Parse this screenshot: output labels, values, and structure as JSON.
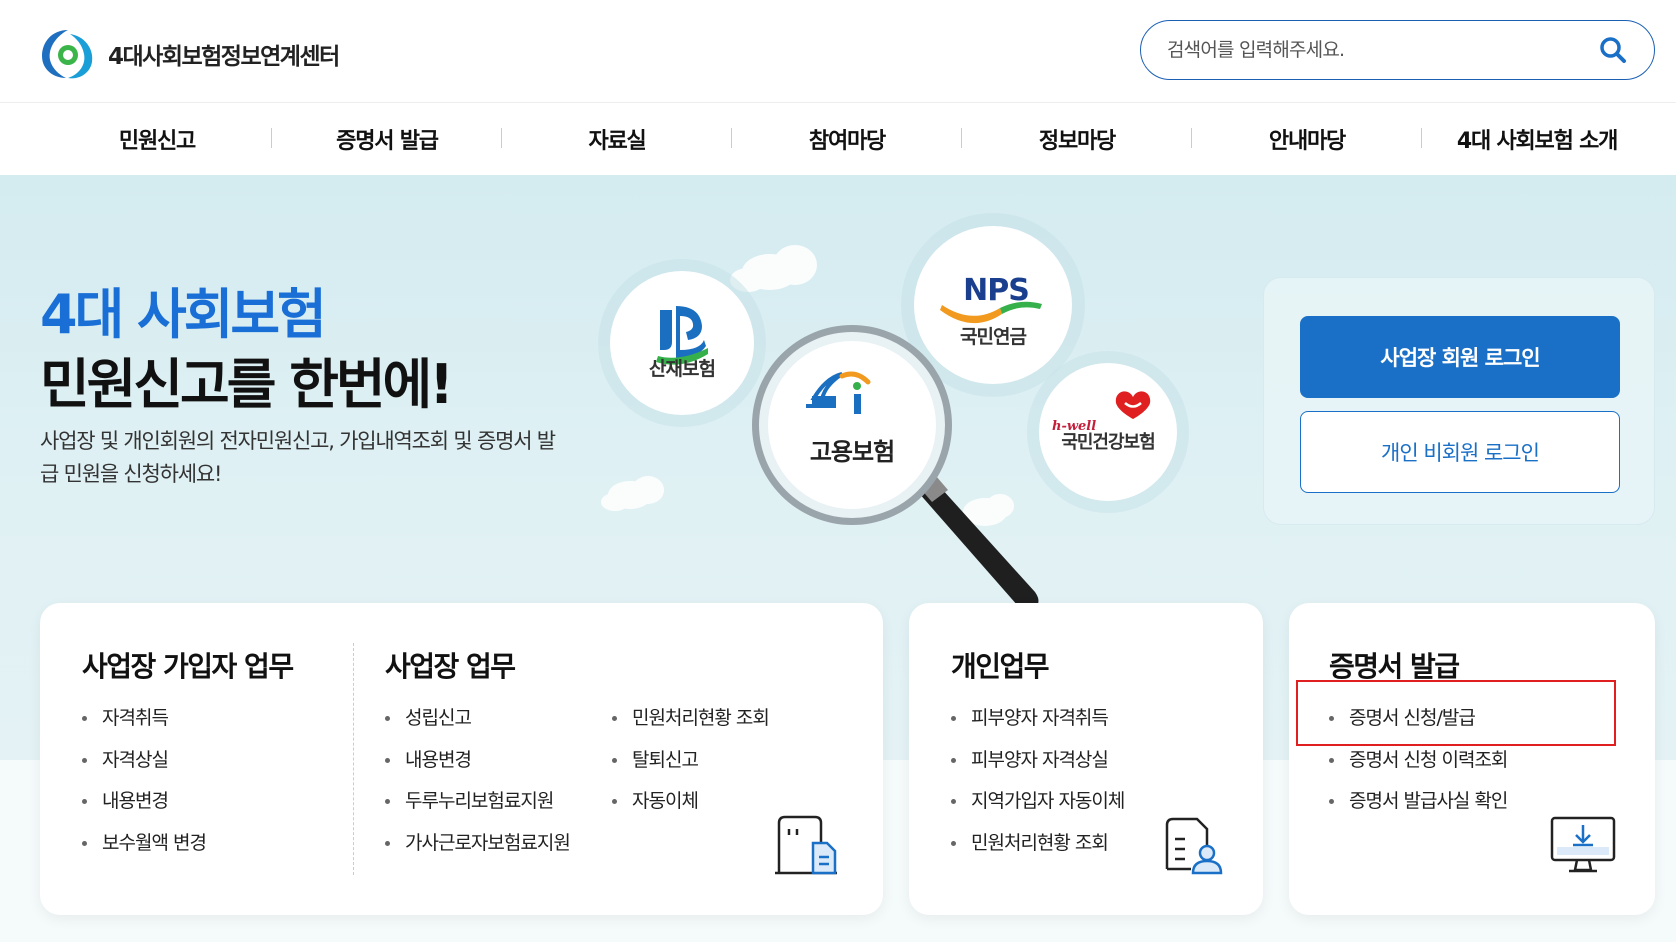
{
  "site": {
    "logo_text": "4대사회보험정보연계센터"
  },
  "search": {
    "placeholder": "검색어를 입력해주세요."
  },
  "nav": {
    "items": [
      "민원신고",
      "증명서 발급",
      "자료실",
      "참여마당",
      "정보마당",
      "안내마당",
      "4대 사회보험 소개"
    ]
  },
  "hero": {
    "title_line1": "4대 사회보험",
    "title_line2": "민원신고를 한번에!",
    "description": "사업장 및 개인회원의 전자민원신고, 가입내역조회 및 증명서 발급 민원을 신청하세요!",
    "circles": {
      "sanjae": "산재보험",
      "nps_logo": "NPS",
      "nps": "국민연금",
      "ei": "고용보험",
      "hwell": "h-well",
      "nhis": "국민건강보험"
    }
  },
  "login": {
    "business_label": "사업장 회원 로그인",
    "personal_label": "개인 비회원 로그인"
  },
  "sections": {
    "biz_member": {
      "title": "사업장 가입자 업무",
      "items": [
        "자격취득",
        "자격상실",
        "내용변경",
        "보수월액 변경"
      ]
    },
    "biz": {
      "title": "사업장 업무",
      "items_col1": [
        "성립신고",
        "내용변경",
        "두루누리보험료지원",
        "가사근로자보험료지원"
      ],
      "items_col2": [
        "민원처리현황 조회",
        "탈퇴신고",
        "자동이체"
      ]
    },
    "personal": {
      "title": "개인업무",
      "items": [
        "피부양자 자격취득",
        "피부양자 자격상실",
        "지역가입자 자동이체",
        "민원처리현황 조회"
      ]
    },
    "certificate": {
      "title": "증명서 발급",
      "items": [
        "증명서 신청/발급",
        "증명서 신청 이력조회",
        "증명서 발급사실 확인"
      ]
    }
  },
  "colors": {
    "brand_blue": "#1a6fc6",
    "title_blue": "#1a6fd6",
    "highlight_red": "#e02020"
  }
}
